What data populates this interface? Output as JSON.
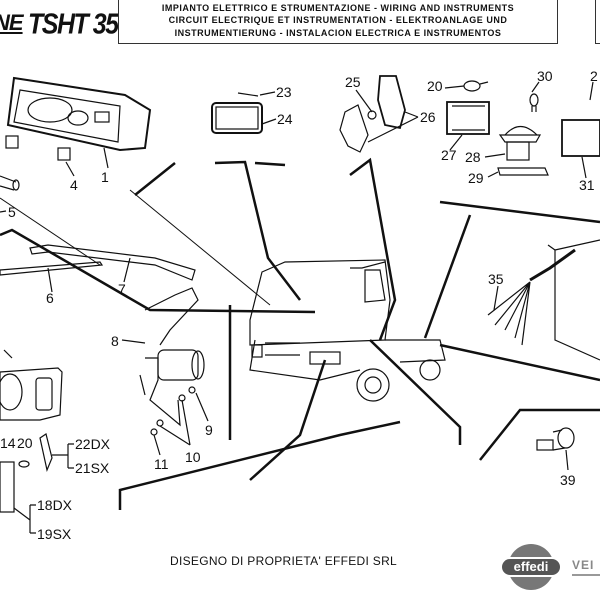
{
  "header": {
    "brand": "NE",
    "model": "TSHT 35",
    "title_lines": [
      "IMPIANTO ELETTRICO E STRUMENTAZIONE - WIRING AND INSTRUMENTS",
      "CIRCUIT ELECTRIQUE ET INSTRUMENTATION - ELEKTROANLAGE UND",
      "INSTRUMENTIERUNG - INSTALACION ELECTRICA E INSTRUMENTOS"
    ]
  },
  "callouts": {
    "c1": "1",
    "c4": "4",
    "c5": "5",
    "c6": "6",
    "c7": "7",
    "c8": "8",
    "c9": "9",
    "c10": "10",
    "c11": "11",
    "c14": "14",
    "c20a": "20",
    "c20b": "20",
    "c22": "22DX",
    "c21": "21SX",
    "c18": "18DX",
    "c19": "19SX",
    "c23": "23",
    "c24": "24",
    "c25": "25",
    "c26": "26",
    "c27": "27",
    "c28": "28",
    "c29": "29",
    "c30": "30",
    "c31": "31",
    "c2x": "2",
    "c35": "35",
    "c39": "39"
  },
  "footer": {
    "copyright": "DISEGNO DI PROPRIETA' EFFEDI SRL",
    "logo_text": "effedi",
    "partial_text": "VEI"
  }
}
